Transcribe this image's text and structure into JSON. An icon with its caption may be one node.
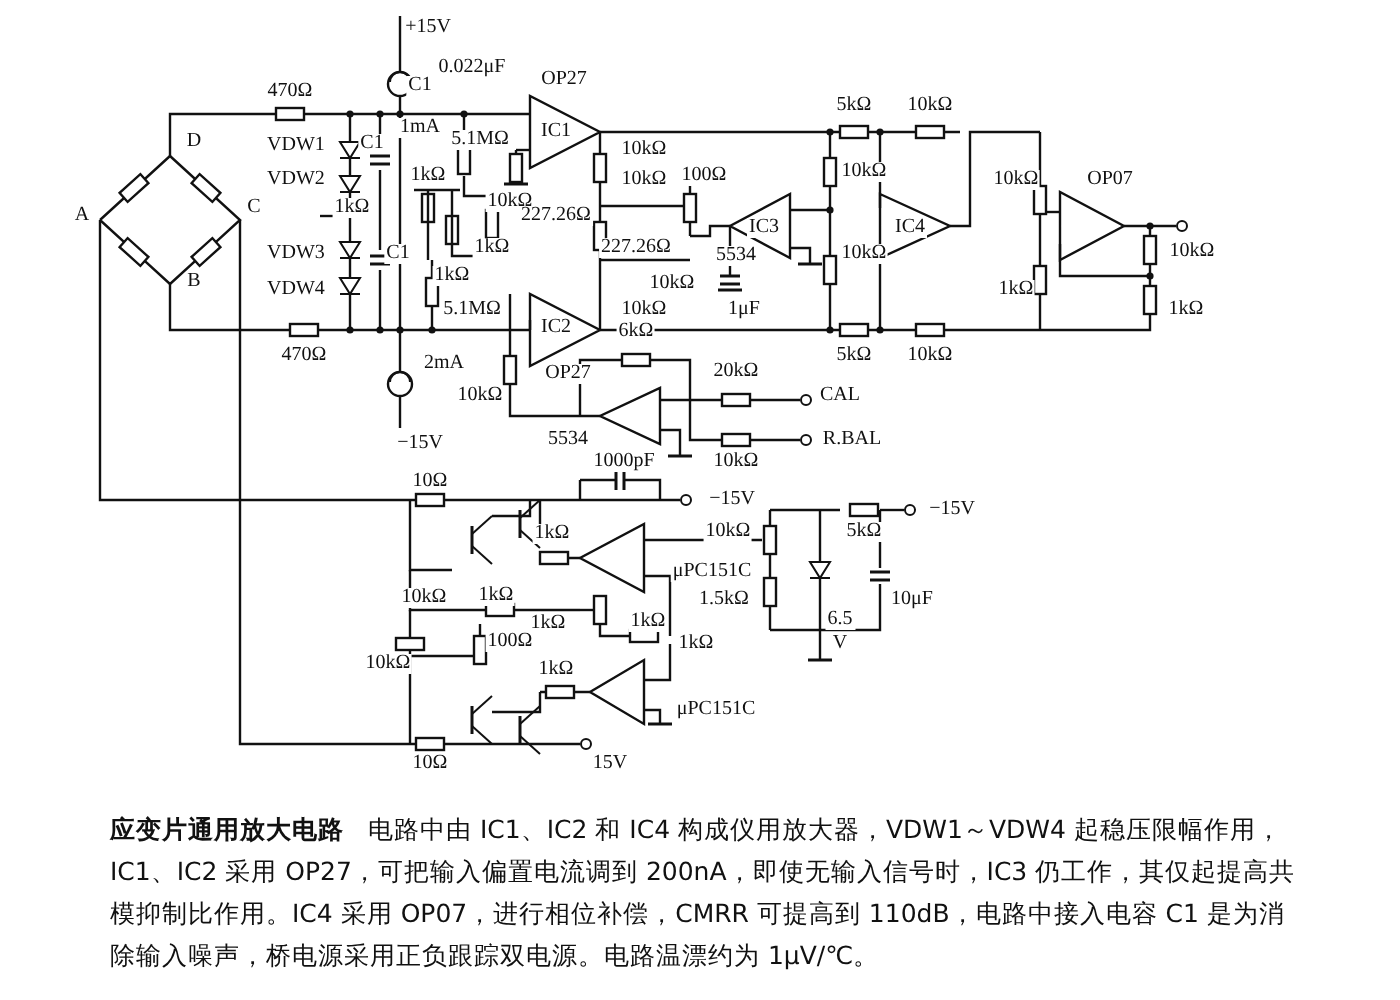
{
  "diagram": {
    "title": "应变片通用放大电路",
    "caption": "电路中由 IC1、IC2 和 IC4 构成仪用放大器，VDW1～VDW4 起稳压限幅作用，IC1、IC2 采用 OP27，可把输入偏置电流调到 200nA，即使无输入信号时，IC3 仍工作，其仅起提高共模抑制比作用。IC4 采用 OP07，进行相位补偿，CMRR 可提高到 110dB，电路中接入电容 C1 是为消除输入噪声，桥电源采用正负跟踪双电源。电路温漂约为 1μV/℃。",
    "labels": [
      "+15V",
      "0.022μF",
      "470Ω",
      "C1",
      "OP27",
      "5kΩ",
      "10kΩ",
      "D",
      "VDW1",
      "C1",
      "1mA",
      "5.1MΩ",
      "IC1",
      "10kΩ",
      "VDW2",
      "1kΩ",
      "10kΩ",
      "100Ω",
      "10kΩ",
      "10kΩ",
      "OP07",
      "A",
      "C",
      "1kΩ",
      "10kΩ",
      "227.26Ω",
      "IC3",
      "IC4",
      "VDW3",
      "C1",
      "1kΩ",
      "227.26Ω",
      "5534",
      "10kΩ",
      "10kΩ",
      "B",
      "VDW4",
      "1kΩ",
      "10kΩ",
      "1kΩ",
      "5.1MΩ",
      "10kΩ",
      "1μF",
      "1kΩ",
      "IC2",
      "6kΩ",
      "470Ω",
      "2mA",
      "OP27",
      "20kΩ",
      "5kΩ",
      "10kΩ",
      "10kΩ",
      "CAL",
      "−15V",
      "5534",
      "R.BAL",
      "1000pF",
      "10kΩ",
      "10Ω",
      "−15V",
      "−15V",
      "1kΩ",
      "10kΩ",
      "5kΩ",
      "μPC151C",
      "10kΩ",
      "1kΩ",
      "1.5kΩ",
      "10μF",
      "1kΩ",
      "1kΩ",
      "6.5",
      "100Ω",
      "1kΩ",
      "V",
      "10kΩ",
      "1kΩ",
      "μPC151C",
      "10Ω",
      "15V"
    ]
  }
}
